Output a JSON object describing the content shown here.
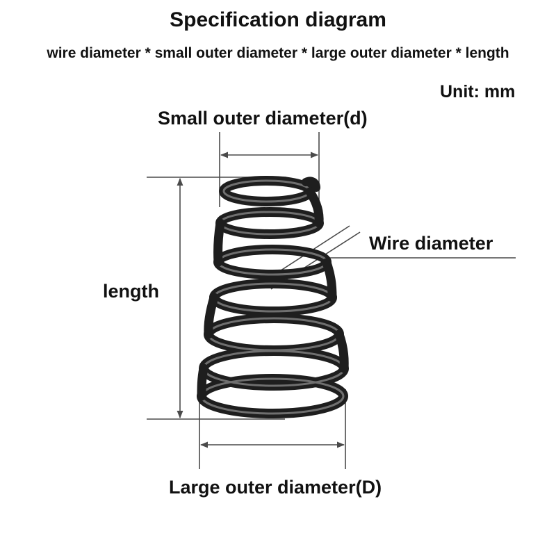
{
  "header": {
    "title": "Specification diagram",
    "subtitle": "wire diameter * small outer diameter * large outer diameter * length",
    "unit": "Unit: mm"
  },
  "labels": {
    "small_outer_diameter": "Small outer diameter(d)",
    "wire_diameter": "Wire diameter",
    "length": "length",
    "large_outer_diameter": "Large outer diameter(D)"
  },
  "colors": {
    "text": "#111111",
    "dimension_lines": "#4a4a4a",
    "spring_steel": "#2b2b2b"
  },
  "spring": {
    "shape": "conical compression spring",
    "icon": "conical-spring-icon"
  }
}
